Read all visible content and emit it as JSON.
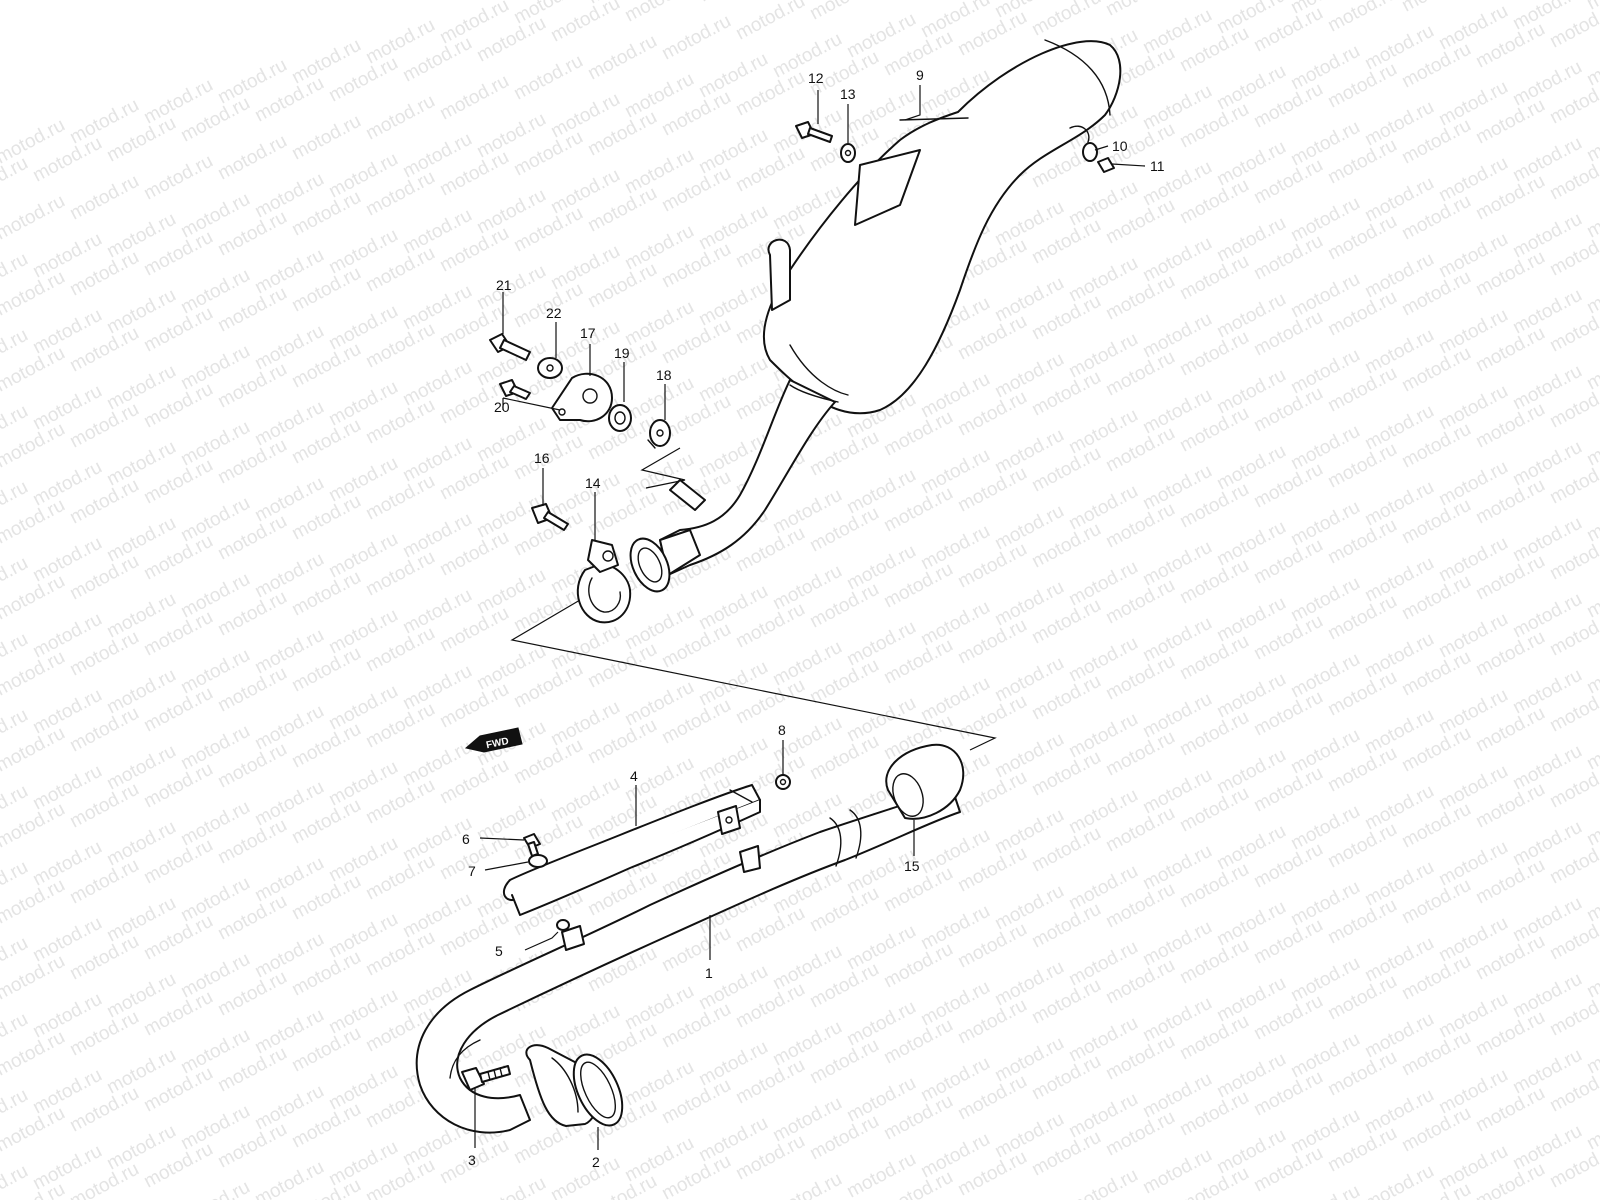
{
  "watermark": {
    "text": "motod.ru",
    "color": "#e4e4e4"
  },
  "fwd_label": "FWD",
  "parts": [
    {
      "no": "1",
      "name": "exhaust-pipe"
    },
    {
      "no": "2",
      "name": "exhaust-gasket"
    },
    {
      "no": "3",
      "name": "flange-bolt"
    },
    {
      "no": "4",
      "name": "pipe-protector"
    },
    {
      "no": "5",
      "name": "protector-grommet"
    },
    {
      "no": "6",
      "name": "protector-screw"
    },
    {
      "no": "7",
      "name": "protector-washer"
    },
    {
      "no": "8",
      "name": "protector-nut"
    },
    {
      "no": "9",
      "name": "muffler"
    },
    {
      "no": "10",
      "name": "muffler-washer"
    },
    {
      "no": "11",
      "name": "muffler-nut"
    },
    {
      "no": "12",
      "name": "muffler-bolt"
    },
    {
      "no": "13",
      "name": "muffler-washer-upper"
    },
    {
      "no": "14",
      "name": "pipe-clamp"
    },
    {
      "no": "15",
      "name": "connector-gasket"
    },
    {
      "no": "16",
      "name": "clamp-bolt"
    },
    {
      "no": "17",
      "name": "muffler-bracket"
    },
    {
      "no": "18",
      "name": "bracket-washer"
    },
    {
      "no": "19",
      "name": "bracket-cushion"
    },
    {
      "no": "20",
      "name": "bracket-bolt-short"
    },
    {
      "no": "21",
      "name": "bracket-bolt-long"
    },
    {
      "no": "22",
      "name": "bracket-washer-flat"
    }
  ]
}
